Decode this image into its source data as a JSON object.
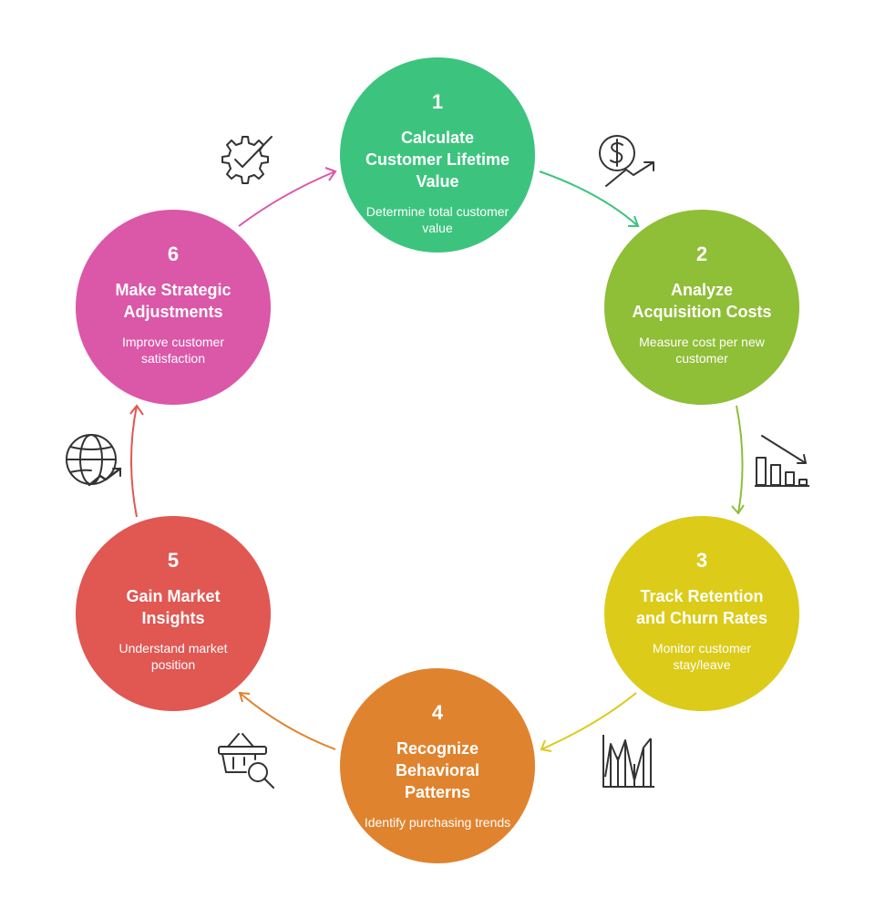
{
  "steps": [
    {
      "number": "1",
      "title": "Calculate Customer Lifetime Value",
      "description": "Determine total customer value",
      "color": "#3cc47e",
      "icon": "dollar-growth-icon"
    },
    {
      "number": "2",
      "title": "Analyze Acquisition Costs",
      "description": "Measure cost per new customer",
      "color": "#8fbe37",
      "icon": "declining-bar-chart-icon"
    },
    {
      "number": "3",
      "title": "Track Retention and Churn Rates",
      "description": "Monitor customer stay/leave",
      "color": "#dccb19",
      "icon": "volatile-chart-icon"
    },
    {
      "number": "4",
      "title": "Recognize Behavioral Patterns",
      "description": "Identify purchasing trends",
      "color": "#e0832e",
      "icon": "basket-search-icon"
    },
    {
      "number": "5",
      "title": "Gain Market Insights",
      "description": "Understand market position",
      "color": "#e15752",
      "icon": "globe-growth-icon"
    },
    {
      "number": "6",
      "title": "Make Strategic Adjustments",
      "description": "Improve customer satisfaction",
      "color": "#db57a8",
      "icon": "gear-check-icon"
    }
  ]
}
